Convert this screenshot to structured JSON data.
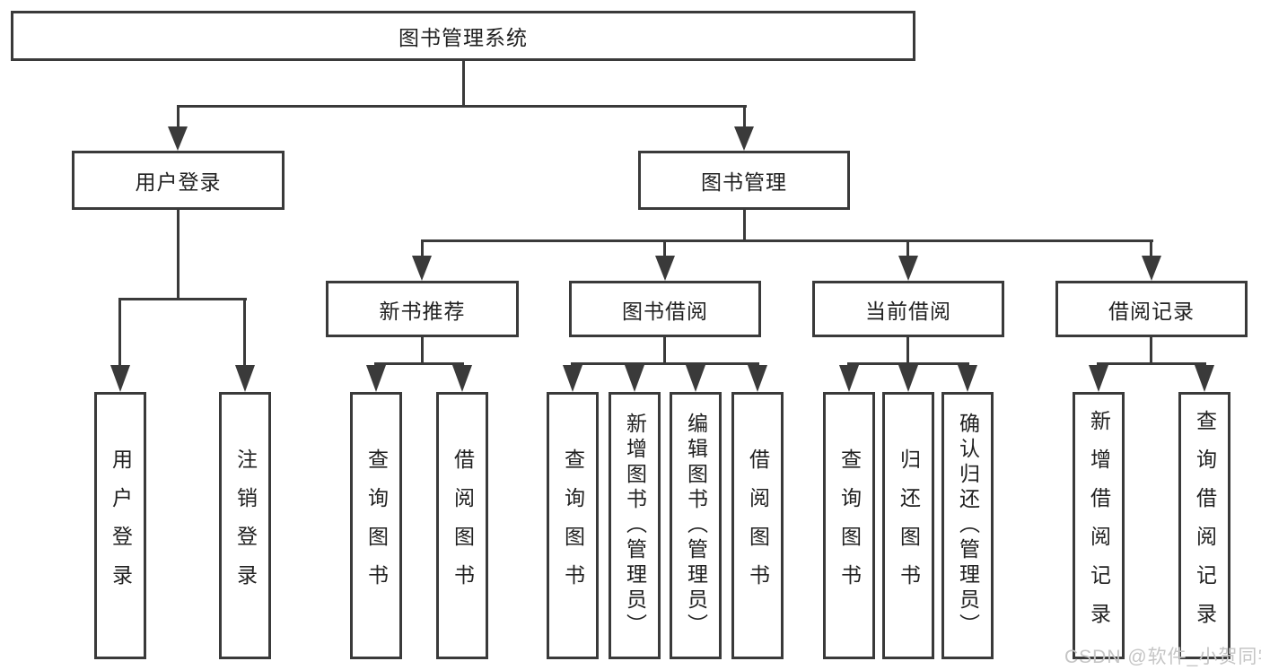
{
  "tree": {
    "root": "图书管理系统",
    "branches": [
      {
        "label": "用户登录",
        "children": [
          "用户登录",
          "注销登录"
        ]
      },
      {
        "label": "图书管理",
        "groups": [
          {
            "label": "新书推荐",
            "children": [
              "查询图书",
              "借阅图书"
            ]
          },
          {
            "label": "图书借阅",
            "children": [
              "查询图书",
              "新增图书（管理员）",
              "编辑图书（管理员）",
              "借阅图书"
            ]
          },
          {
            "label": "当前借阅",
            "children": [
              "查询图书",
              "归还图书",
              "确认归还（管理员）"
            ]
          },
          {
            "label": "借阅记录",
            "children": [
              "新增借阅记录",
              "查询借阅记录"
            ]
          }
        ]
      }
    ]
  },
  "watermark": "CSDN @软件_小贺同学",
  "colors": {
    "line": "#3a3a3a",
    "text": "#212121",
    "watermark": "#c5c5c5",
    "background": "#ffffff"
  }
}
